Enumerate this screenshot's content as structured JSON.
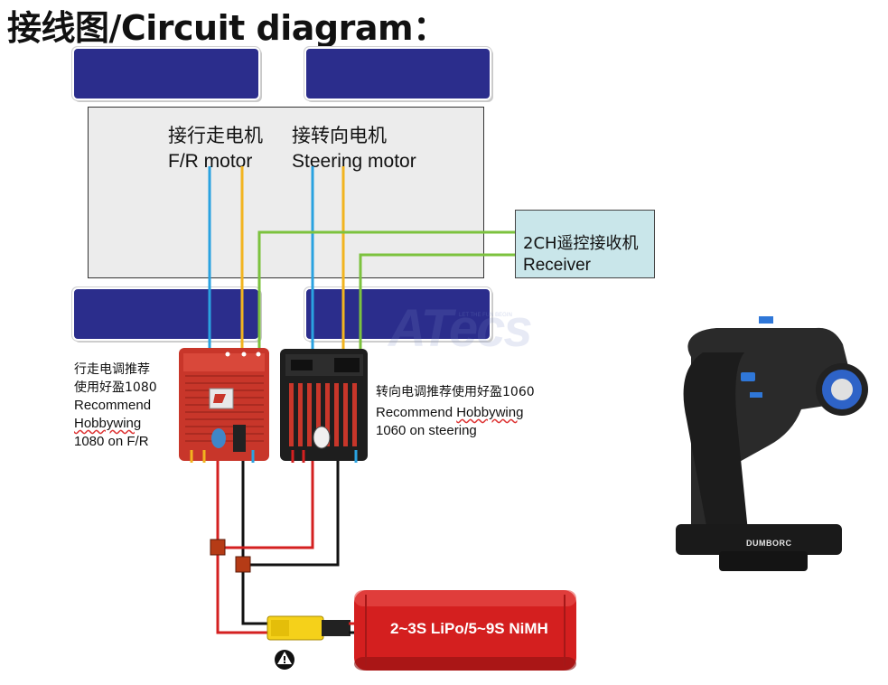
{
  "title": "接线图/Circuit diagram：",
  "fr_motor": {
    "label_cn": "接行走电机",
    "label_en": "F/R motor"
  },
  "steering_motor": {
    "label_cn": "接转向电机",
    "label_en": "Steering motor"
  },
  "receiver": {
    "label_line1": "2CH遥控接收机",
    "label_line2": "Receiver"
  },
  "esc_fr": {
    "note_cn_line1": "行走电调推荐",
    "note_cn_line2": "使用好盈1080",
    "note_en_line1": "Recommend",
    "note_en_line2": "Hobbywing",
    "note_en_line3": "1080 on F/R"
  },
  "esc_steering": {
    "note_cn": "转向电调推荐使用好盈1060",
    "note_en_line1_a": "Recommend ",
    "note_en_line1_b": "Hobbywing",
    "note_en_line2": "1060 on steering"
  },
  "battery": {
    "label": "2~3S LiPo/5~9S NiMH"
  },
  "watermark": "ATecs",
  "watermark_tagline": "LET THE FUN BEGIN",
  "transmitter": {
    "brand": "DUMBORC"
  },
  "colors": {
    "wheel": "#2b2d8c",
    "chassis": "#ececec",
    "receiver": "#c9e6ea",
    "signal_blue": "#2aa2e0",
    "signal_orange": "#f2b41f",
    "signal_green": "#7cc23e",
    "power_red": "#d42020",
    "power_black": "#111111",
    "battery_red": "#d41f1f",
    "esc_red": "#c8362a",
    "esc_black": "#1e1e1e"
  }
}
